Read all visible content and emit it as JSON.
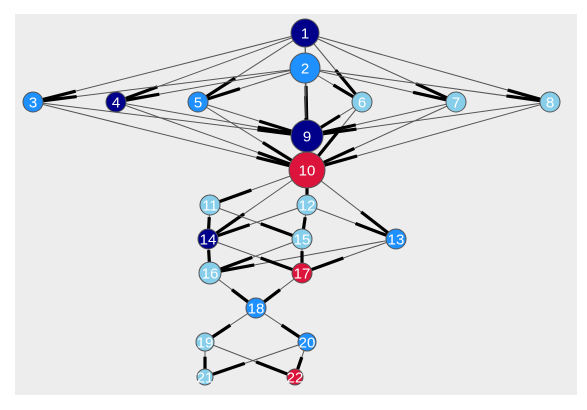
{
  "graph": {
    "colors": {
      "background": "#ededed",
      "edge": "#555555",
      "arrow": "#000000",
      "node_stroke": "#555555",
      "navy": "#00008b",
      "blue": "#1e90ff",
      "light": "#87ceeb",
      "red": "#dc143c"
    },
    "nodes": [
      {
        "id": "1",
        "label": "1",
        "color": "navy"
      },
      {
        "id": "2",
        "label": "2",
        "color": "blue"
      },
      {
        "id": "3",
        "label": "3",
        "color": "blue"
      },
      {
        "id": "4",
        "label": "4",
        "color": "navy"
      },
      {
        "id": "5",
        "label": "5",
        "color": "blue"
      },
      {
        "id": "6",
        "label": "6",
        "color": "light"
      },
      {
        "id": "7",
        "label": "7",
        "color": "light"
      },
      {
        "id": "8",
        "label": "8",
        "color": "light"
      },
      {
        "id": "9",
        "label": "9",
        "color": "navy"
      },
      {
        "id": "10",
        "label": "10",
        "color": "red"
      },
      {
        "id": "11",
        "label": "11",
        "color": "light"
      },
      {
        "id": "12",
        "label": "12",
        "color": "light"
      },
      {
        "id": "13",
        "label": "13",
        "color": "blue"
      },
      {
        "id": "14",
        "label": "14",
        "color": "navy"
      },
      {
        "id": "15",
        "label": "15",
        "color": "light"
      },
      {
        "id": "16",
        "label": "16",
        "color": "light"
      },
      {
        "id": "17",
        "label": "17",
        "color": "red"
      },
      {
        "id": "18",
        "label": "18",
        "color": "blue"
      },
      {
        "id": "19",
        "label": "19",
        "color": "light"
      },
      {
        "id": "20",
        "label": "20",
        "color": "blue"
      },
      {
        "id": "21",
        "label": "21",
        "color": "light"
      },
      {
        "id": "22",
        "label": "22",
        "color": "red"
      }
    ],
    "edges": [
      [
        "1",
        "3"
      ],
      [
        "1",
        "4"
      ],
      [
        "1",
        "5"
      ],
      [
        "1",
        "6"
      ],
      [
        "1",
        "7"
      ],
      [
        "1",
        "8"
      ],
      [
        "1",
        "9"
      ],
      [
        "1",
        "10"
      ],
      [
        "2",
        "3"
      ],
      [
        "2",
        "4"
      ],
      [
        "2",
        "5"
      ],
      [
        "2",
        "6"
      ],
      [
        "2",
        "7"
      ],
      [
        "2",
        "8"
      ],
      [
        "2",
        "9"
      ],
      [
        "2",
        "10"
      ],
      [
        "3",
        "9"
      ],
      [
        "3",
        "10"
      ],
      [
        "4",
        "9"
      ],
      [
        "4",
        "10"
      ],
      [
        "5",
        "9"
      ],
      [
        "5",
        "10"
      ],
      [
        "6",
        "9"
      ],
      [
        "6",
        "10"
      ],
      [
        "7",
        "9"
      ],
      [
        "7",
        "10"
      ],
      [
        "8",
        "9"
      ],
      [
        "8",
        "10"
      ],
      [
        "9",
        "10"
      ],
      [
        "10",
        "11"
      ],
      [
        "10",
        "12"
      ],
      [
        "10",
        "13"
      ],
      [
        "10",
        "14"
      ],
      [
        "11",
        "14"
      ],
      [
        "11",
        "15"
      ],
      [
        "12",
        "14"
      ],
      [
        "12",
        "15"
      ],
      [
        "12",
        "13"
      ],
      [
        "13",
        "16"
      ],
      [
        "13",
        "17"
      ],
      [
        "14",
        "16"
      ],
      [
        "14",
        "17"
      ],
      [
        "15",
        "16"
      ],
      [
        "15",
        "17"
      ],
      [
        "16",
        "18"
      ],
      [
        "17",
        "18"
      ],
      [
        "18",
        "19"
      ],
      [
        "18",
        "20"
      ],
      [
        "19",
        "21"
      ],
      [
        "19",
        "22"
      ],
      [
        "20",
        "21"
      ],
      [
        "20",
        "22"
      ]
    ]
  }
}
